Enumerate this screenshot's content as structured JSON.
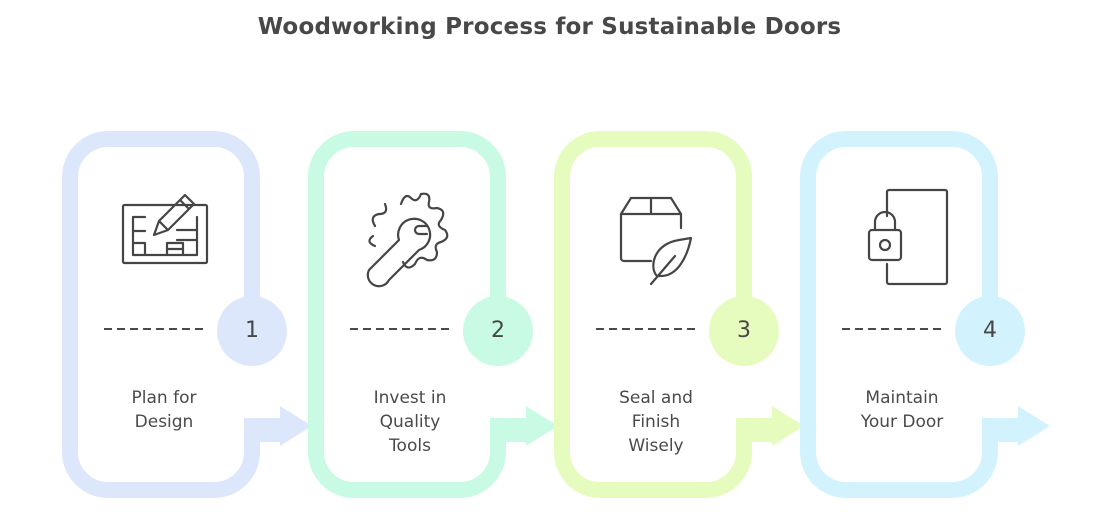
{
  "title": "Woodworking Process for Sustainable Doors",
  "steps": [
    {
      "number": "1",
      "label_lines": [
        "Plan for",
        "Design"
      ],
      "icon": "blueprint-pencil-icon",
      "color": "#dde7fb"
    },
    {
      "number": "2",
      "label_lines": [
        "Invest in",
        "Quality",
        "Tools"
      ],
      "icon": "gear-wrench-icon",
      "color": "#c9fae3"
    },
    {
      "number": "3",
      "label_lines": [
        "Seal and",
        "Finish",
        "Wisely"
      ],
      "icon": "box-leaf-icon",
      "color": "#e6fcbf"
    },
    {
      "number": "4",
      "label_lines": [
        "Maintain",
        "Your Door"
      ],
      "icon": "door-lock-icon",
      "color": "#d2f3fd"
    }
  ]
}
